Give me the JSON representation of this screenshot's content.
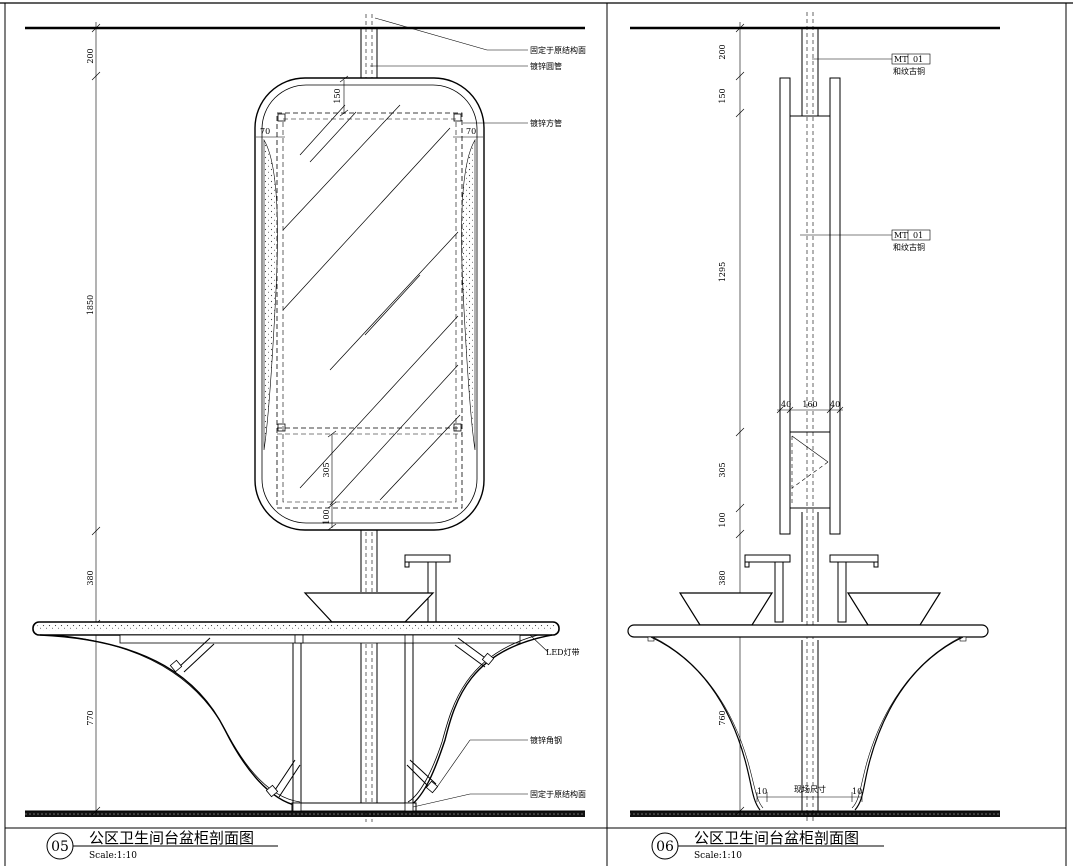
{
  "drawing_05": {
    "number": "05",
    "title": "公区卫生间台盆柜剖面图",
    "scale": "Scale:1:10",
    "dims": {
      "d200": "200",
      "d1850": "1850",
      "d380": "380",
      "d770": "770",
      "d150": "150",
      "d70a": "70",
      "d70b": "70",
      "d305": "305",
      "d100": "100"
    },
    "notes": {
      "fix_top": "固定于原结构面",
      "round_tube": "镀锌圆管",
      "square_tube": "镀锌方管",
      "led": "LED灯带",
      "angle_steel": "镀锌角钢",
      "fix_bottom": "固定于原结构面"
    }
  },
  "drawing_06": {
    "number": "06",
    "title": "公区卫生间台盆柜剖面图",
    "scale": "Scale:1:10",
    "dims": {
      "d200": "200",
      "d150": "150",
      "d1295": "1295",
      "d305": "305",
      "d100": "100",
      "d380": "380",
      "d760": "760",
      "d40a": "40",
      "d160": "160",
      "d40b": "40",
      "d10a": "10",
      "d10b": "10",
      "site": "现场尺寸"
    },
    "tag_top": {
      "code": "MT",
      "num": "01",
      "desc": "和纹古铜"
    },
    "tag_mid": {
      "code": "MT",
      "num": "01",
      "desc": "和纹古铜"
    }
  }
}
